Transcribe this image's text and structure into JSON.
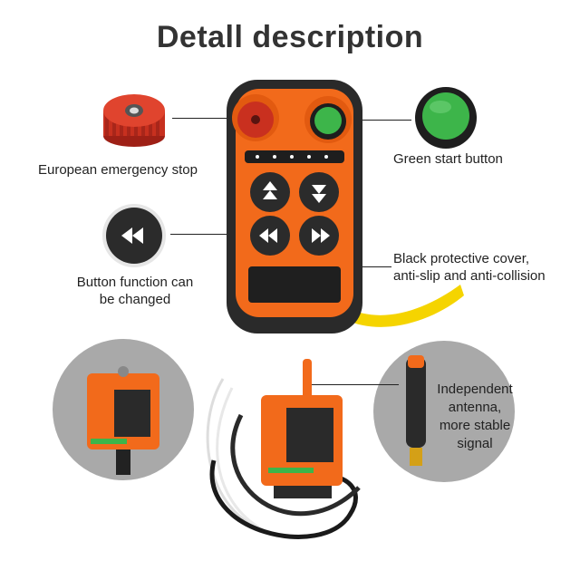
{
  "title": "Detall description",
  "labels": {
    "emergency_stop": "European emergency stop",
    "green_start": "Green start button",
    "button_function_line1": "Button function can",
    "button_function_line2": "be changed",
    "cover_line1": "Black protective cover,",
    "cover_line2": "anti-slip and anti-collision",
    "antenna_line1": "Independent",
    "antenna_line2": "antenna,",
    "antenna_line3": "more stable",
    "antenna_line4": "signal"
  },
  "colors": {
    "body_orange": "#f26a1b",
    "cover_black": "#2a2a2a",
    "start_green": "#3db54a",
    "stop_red": "#d8382a",
    "strap_yellow": "#f5d400",
    "circle_gray": "#a9a9a9"
  }
}
